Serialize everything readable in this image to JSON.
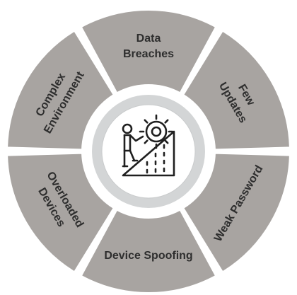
{
  "diagram": {
    "colors": {
      "segment": "#a8a4a1",
      "segment_stroke": "#ffffff",
      "inner_ring": "#d3d5d6",
      "center_disc": "#ffffff",
      "label": "#2e2e2e",
      "icon_stroke": "#1f1f1f"
    },
    "center_icon": "person-climbing-gear-icon",
    "segments": [
      {
        "id": "data-breaches",
        "lines": [
          "Data",
          "Breaches"
        ]
      },
      {
        "id": "few-updates",
        "lines": [
          "Few",
          "Updates"
        ]
      },
      {
        "id": "weak-password",
        "lines": [
          "Weak Password"
        ]
      },
      {
        "id": "device-spoofing",
        "lines": [
          "Device Spoofing"
        ]
      },
      {
        "id": "overloaded-devices",
        "lines": [
          "Overloaded",
          "Devices"
        ]
      },
      {
        "id": "complex-environment",
        "lines": [
          "Complex",
          "Environment"
        ]
      }
    ]
  }
}
